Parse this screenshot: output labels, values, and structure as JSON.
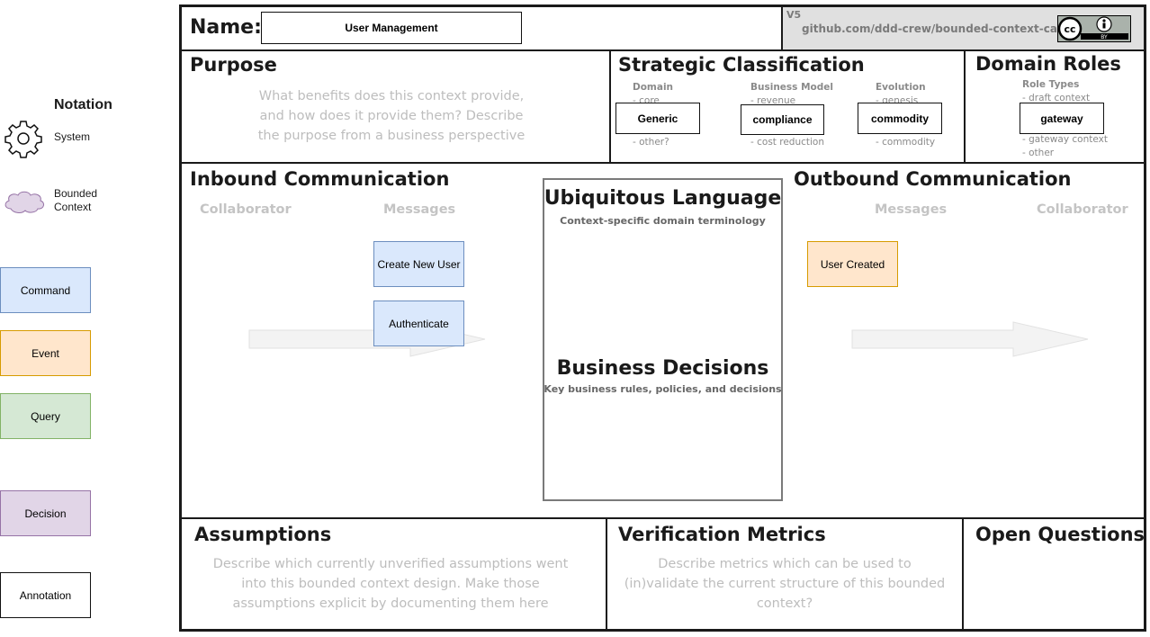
{
  "notation": {
    "title": "Notation",
    "system_label": "System",
    "bounded_context_label": "Bounded\nContext",
    "command": "Command",
    "event": "Event",
    "query": "Query",
    "decision": "Decision",
    "annotation": "Annotation"
  },
  "colors": {
    "command": "#dae8fc",
    "command_border": "#6c8ebf",
    "event": "#ffe6cc",
    "event_border": "#d79b00",
    "query": "#d5e8d4",
    "query_border": "#82b366",
    "decision": "#e1d5e7",
    "decision_border": "#9673a6",
    "bounded_context": "#e1d5e7"
  },
  "header": {
    "name_label": "Name:",
    "name_value": "User Management",
    "version": "V5",
    "repo": "github.com/ddd-crew/bounded-context-canvas",
    "license_badge": "cc-by-icon"
  },
  "purpose": {
    "title": "Purpose",
    "hint": "What benefits does this context provide,\nand how does it provide them? Describe\nthe purpose from a business perspective"
  },
  "strategic": {
    "title": "Strategic Classification",
    "domain": {
      "heading": "Domain",
      "top": "- core",
      "value": "Generic",
      "bottom": "- other?"
    },
    "business_model": {
      "heading": "Business Model",
      "top": "- revenue",
      "value": "compliance",
      "bottom": "- cost reduction"
    },
    "evolution": {
      "heading": "Evolution",
      "top": "- genesis",
      "value": "commodity",
      "bottom": "- commodity"
    }
  },
  "domain_roles": {
    "title": "Domain Roles",
    "heading": "Role Types",
    "top": "- draft context",
    "value": "gateway",
    "bottom1": "- gateway context",
    "bottom2": "- other"
  },
  "inbound": {
    "title": "Inbound Communication",
    "collaborator": "Collaborator",
    "messages": "Messages",
    "items": [
      "Create New User",
      "Authenticate"
    ]
  },
  "outbound": {
    "title": "Outbound Communication",
    "messages": "Messages",
    "collaborator": "Collaborator",
    "items": [
      "User Created"
    ]
  },
  "ubiquitous": {
    "title": "Ubiquitous Language",
    "subtitle": "Context-specific domain terminology"
  },
  "decisions": {
    "title": "Business Decisions",
    "subtitle": "Key business rules, policies, and decisions"
  },
  "assumptions": {
    "title": "Assumptions",
    "hint": "Describe which currently unverified assumptions went\ninto this bounded context design. Make those\nassumptions explicit by documenting them here"
  },
  "metrics": {
    "title": "Verification Metrics",
    "hint": "Describe metrics which can be used to\n(in)validate the current structure of this bounded\ncontext?"
  },
  "questions": {
    "title": "Open Questions"
  }
}
